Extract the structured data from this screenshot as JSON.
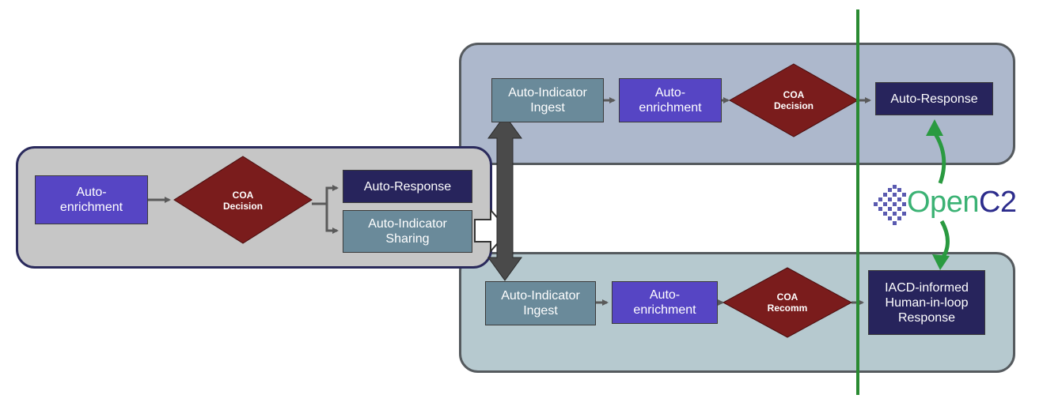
{
  "colors": {
    "process_purple": "#5645c4",
    "response_navy": "#27245c",
    "ingest_slate": "#6a8a9a",
    "decision_maroon": "#7a1c1c",
    "boundary_green": "#2a8a32",
    "opencs_green": "#3bb274",
    "opencs_blue": "#2c2c8c"
  },
  "left_lane": {
    "enrichment": "Auto-\nenrichment",
    "decision": "COA\nDecision",
    "response": "Auto-Response",
    "sharing": "Auto-Indicator\nSharing"
  },
  "top_lane": {
    "ingest": "Auto-Indicator\nIngest",
    "enrichment": "Auto-\nenrichment",
    "decision": "COA\nDecision",
    "response": "Auto-Response"
  },
  "bottom_lane": {
    "ingest": "Auto-Indicator\nIngest",
    "enrichment": "Auto-\nenrichment",
    "decision": "COA\nRecomm",
    "response": "IACD-informed\nHuman-in-loop\nResponse"
  },
  "logo": {
    "icon": "opencs-pixel-icon",
    "name_open": "Open",
    "name_c2": "C2"
  }
}
